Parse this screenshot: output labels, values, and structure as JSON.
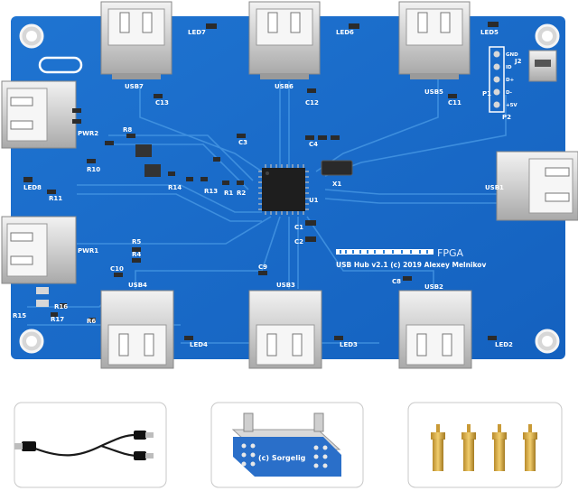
{
  "board": {
    "title": "USB Hub v2.1 (c) 2019 Alexey Melnikov",
    "brand": "FPGA",
    "ports": {
      "usb1": "USB1",
      "usb2": "USB2",
      "usb3": "USB3",
      "usb4": "USB4",
      "usb5": "USB5",
      "usb6": "USB6",
      "usb7": "USB7",
      "pwr1": "PWR1",
      "pwr2": "PWR2"
    },
    "leds": {
      "led2": "LED2",
      "led3": "LED3",
      "led4": "LED4",
      "led5": "LED5",
      "led6": "LED6",
      "led7": "LED7",
      "led8": "LED8"
    },
    "parts": {
      "c1": "C1",
      "c2": "C2",
      "c3": "C3",
      "c4": "C4",
      "c8": "C8",
      "c9": "C9",
      "c10": "C10",
      "c11": "C11",
      "c12": "C12",
      "c13": "C13",
      "u1": "U1",
      "x1": "X1",
      "j2": "J2",
      "p1": "P1",
      "p2": "P2",
      "r1": "R1",
      "r2": "R2",
      "r4": "R4",
      "r5": "R5",
      "r6": "R6",
      "r8": "R8",
      "r10": "R10",
      "r11": "R11",
      "r13": "R13",
      "r14": "R14",
      "r15": "R15",
      "r16": "R16",
      "r17": "R17"
    },
    "pins": [
      "GND",
      "ID",
      "D+",
      "D-",
      "+5V"
    ]
  },
  "accessories": {
    "adapter_label": "(c) Sorgelig"
  },
  "colors": {
    "pcb": "#1565c6",
    "pcb_light": "#2a7fd8",
    "trace": "#3b8fe0",
    "silkscreen": "#ffffff",
    "metal": "#d7d7d7",
    "brass": "#d8a83c"
  }
}
